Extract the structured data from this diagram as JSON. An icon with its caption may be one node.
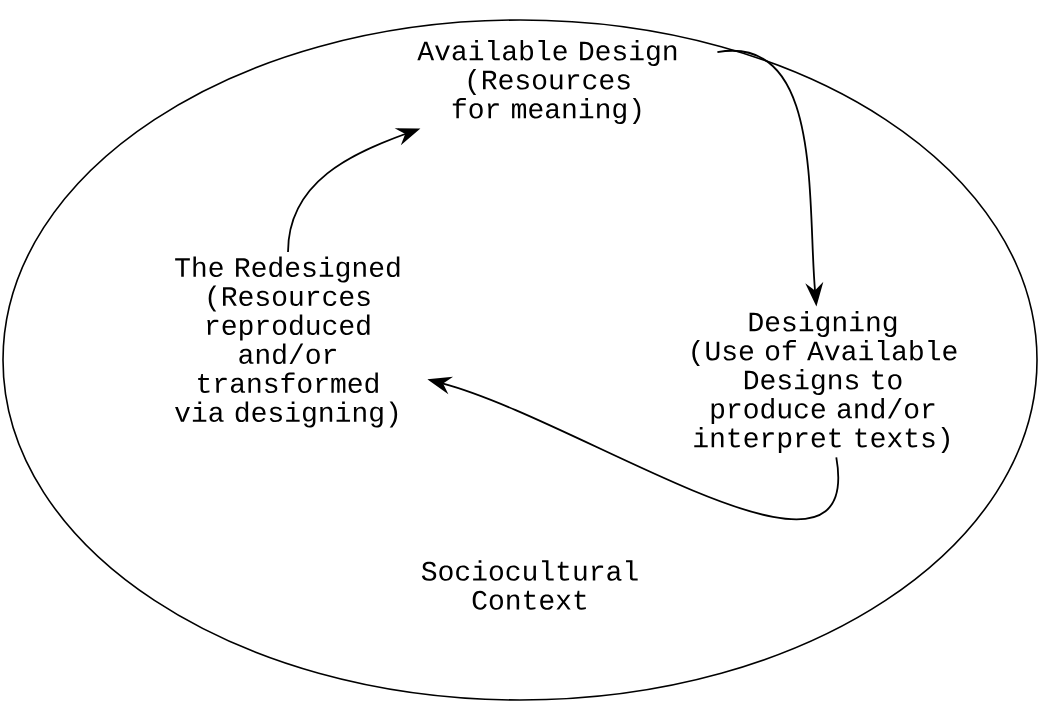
{
  "diagram": {
    "nodes": [
      {
        "text": [
          "Sociocultural Context"
        ]
      },
      {
        "text": [
          "Available Design",
          "(Resources for meaning)"
        ],
        "in": 0
      },
      {
        "text": [
          "Designing",
          "(Use of Available Designs to produce and/or interpret texts)"
        ],
        "in": 0
      },
      {
        "text": [
          "The Redesigned",
          "(Resources reproduced and/or transformed via designing)"
        ],
        "in": 0
      }
    ],
    "edges": [
      {
        "from": 1,
        "to": 2,
        "arrow": "to"
      },
      {
        "from": 2,
        "to": 3,
        "arrow": "to"
      },
      {
        "from": 3,
        "to": 1,
        "arrow": "to"
      }
    ]
  }
}
